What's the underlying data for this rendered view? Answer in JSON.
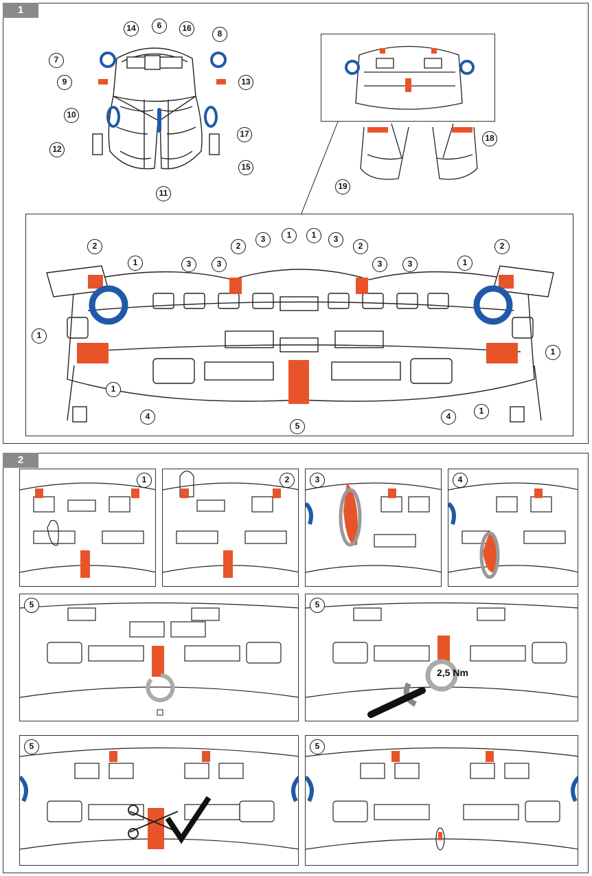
{
  "sections": [
    {
      "label": "1"
    },
    {
      "label": "2"
    }
  ],
  "figure1": {
    "harness_callouts": [
      "14",
      "6",
      "16",
      "8",
      "7",
      "9",
      "13",
      "10",
      "17",
      "12",
      "15",
      "11"
    ],
    "rear_callouts": [
      "18",
      "19"
    ],
    "belt_callouts": {
      "c2_a": "2",
      "c2_b": "2",
      "c2_c": "2",
      "c2_d": "2",
      "c1_a": "1",
      "c1_b": "1",
      "c1_c": "1",
      "c1_d": "1",
      "c1_e": "1",
      "c1_f": "1",
      "c1_g": "1",
      "c1_h": "1",
      "c3_a": "3",
      "c3_b": "3",
      "c3_c": "3",
      "c3_d": "3",
      "c3_e": "3",
      "c3_f": "3",
      "c4_a": "4",
      "c4_b": "4",
      "c5": "5"
    }
  },
  "figure2": {
    "steps": [
      "1",
      "2",
      "3",
      "4",
      "5",
      "5",
      "5",
      "5"
    ],
    "torque_label": "2,5 Nm"
  },
  "colors": {
    "orange": "#e8542a",
    "blue": "#1f5aa8",
    "line": "#222222",
    "gray": "#bbbbbb"
  }
}
